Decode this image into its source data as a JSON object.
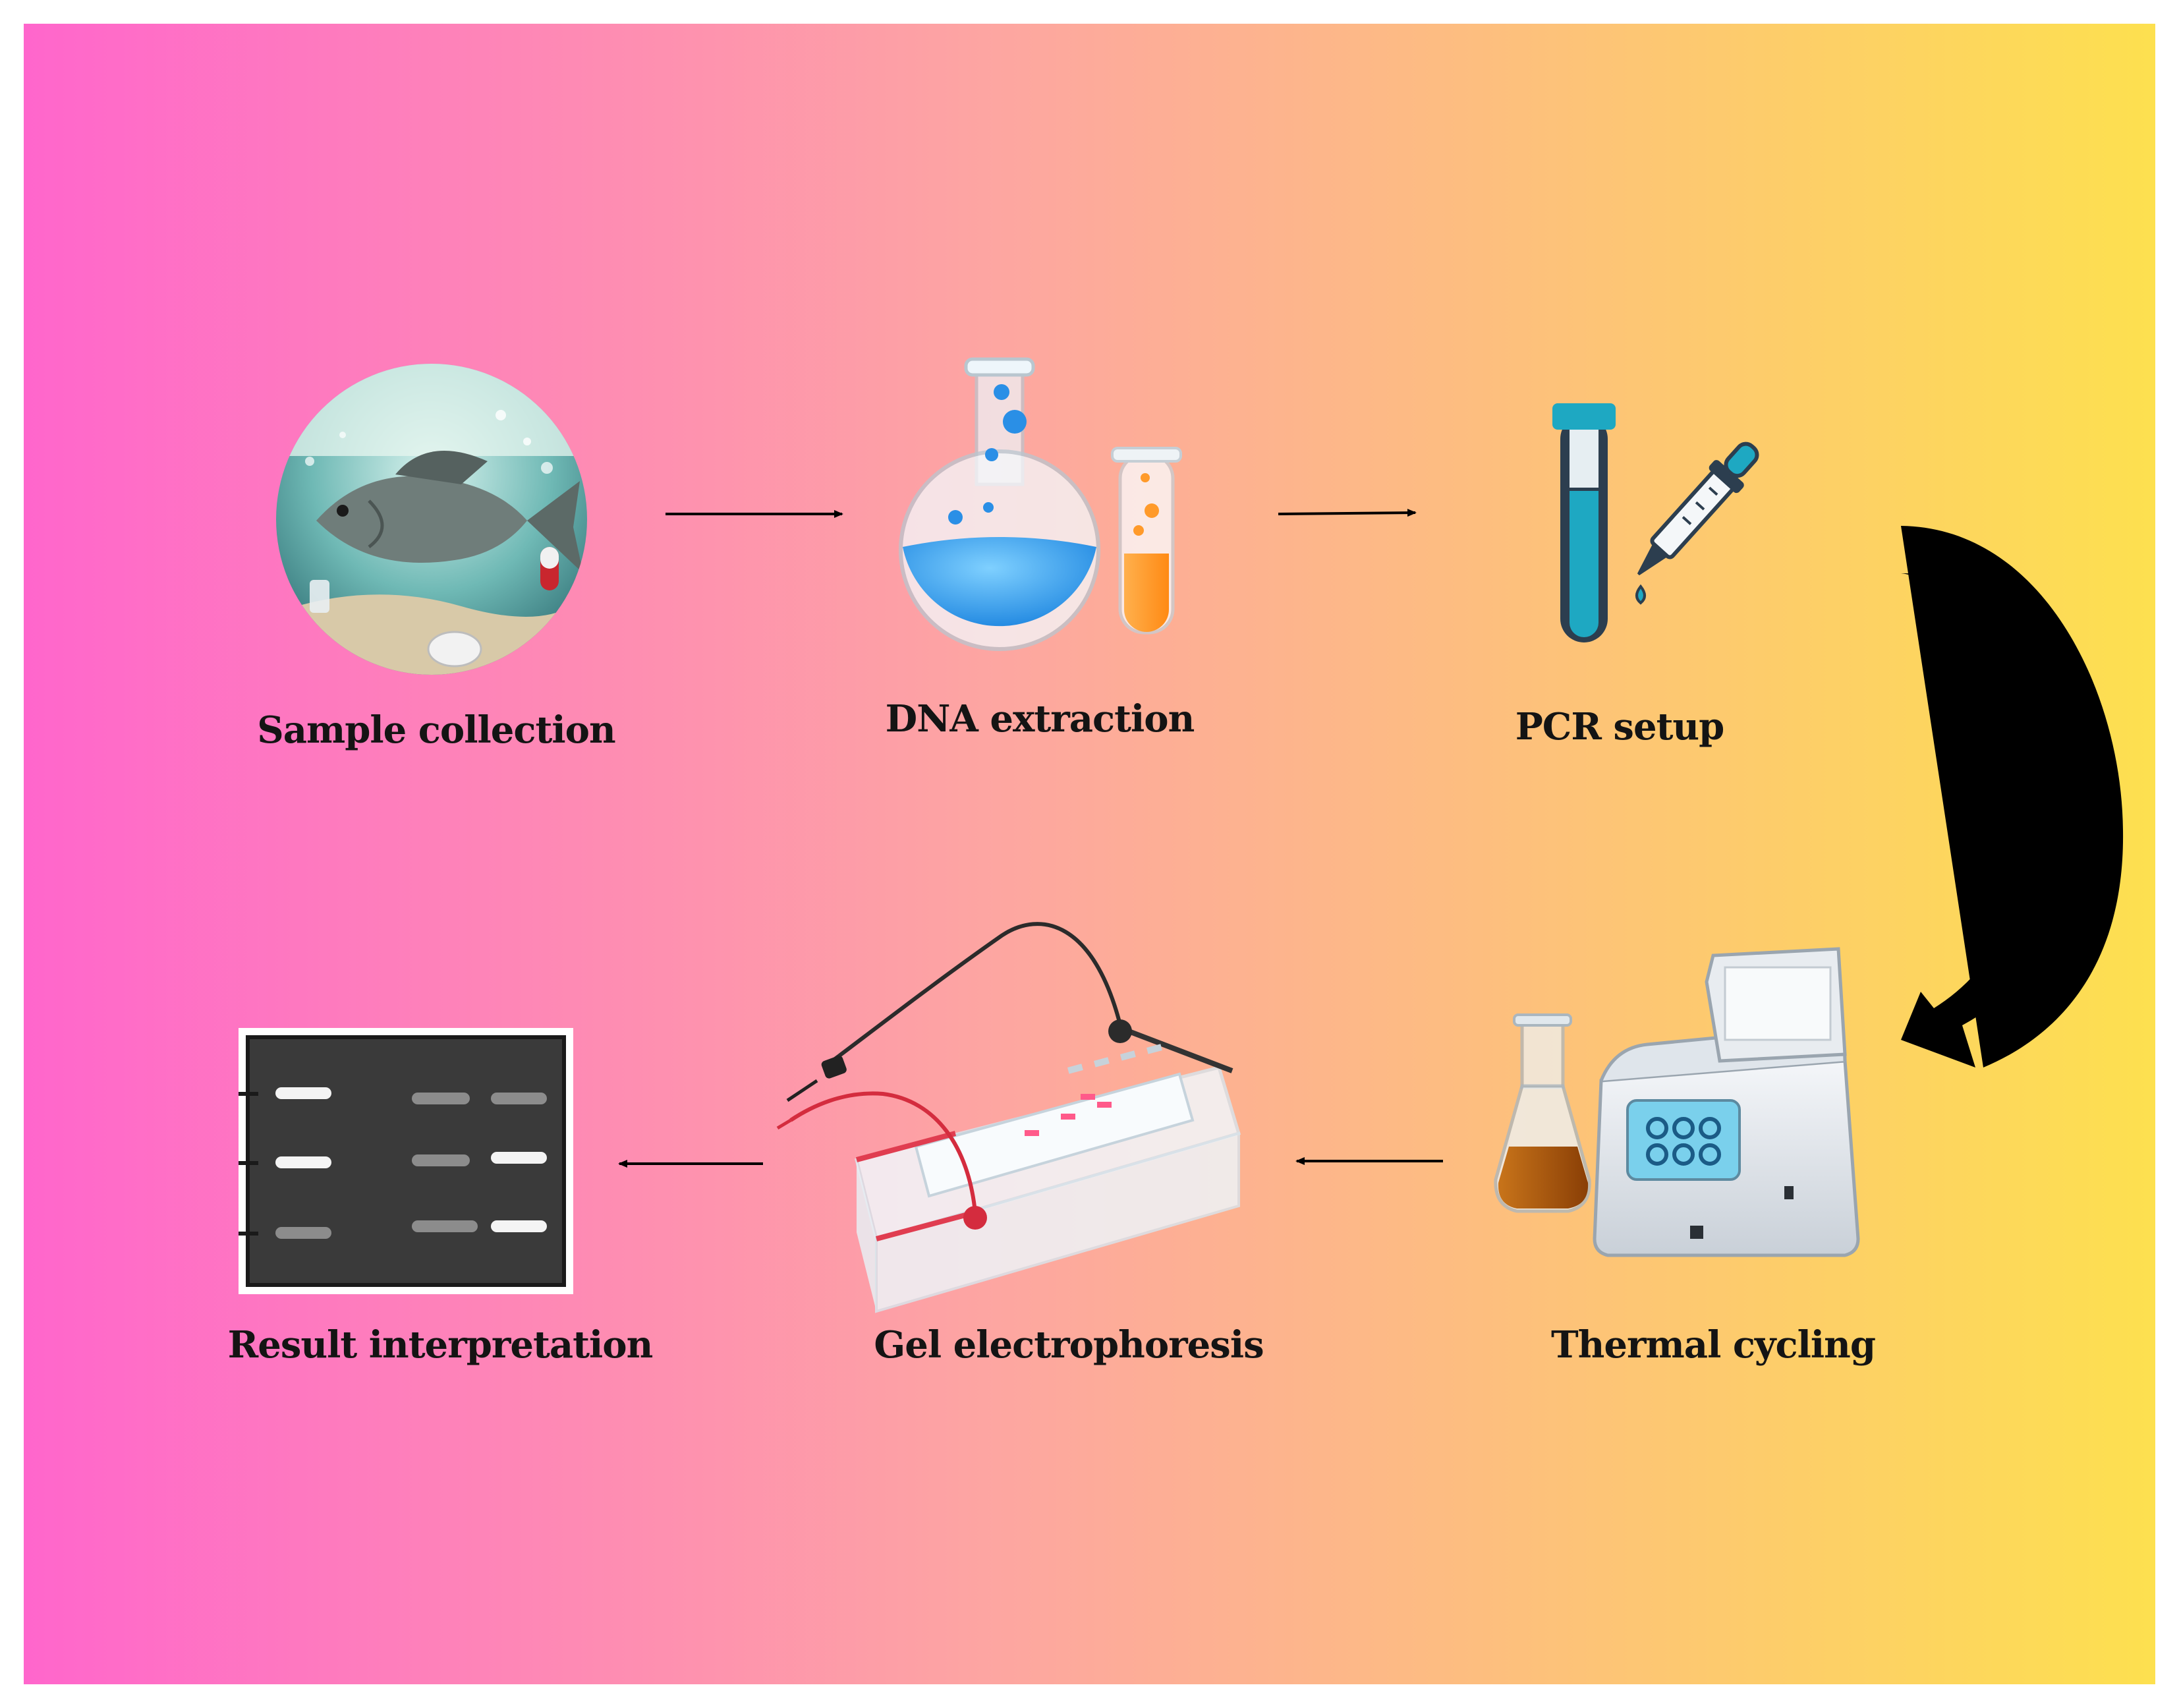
{
  "colors": {
    "gradient_left": "#ff66cc",
    "gradient_mid": "#fda5a2",
    "gradient_right": "#fde04f",
    "arrow": "#000000",
    "label_text": "#141414"
  },
  "steps": [
    {
      "id": "sample",
      "label": "Sample collection",
      "icon": "fish-water-sample-icon"
    },
    {
      "id": "dna",
      "label": "DNA extraction",
      "icon": "flask-test-tube-icon"
    },
    {
      "id": "pcr",
      "label": "PCR setup",
      "icon": "pcr-tube-pipette-icon"
    },
    {
      "id": "thermal",
      "label": "Thermal cycling",
      "icon": "thermal-cycler-icon"
    },
    {
      "id": "gel",
      "label": "Gel electrophoresis",
      "icon": "gel-electrophoresis-icon"
    },
    {
      "id": "result",
      "label": "Result interpretation",
      "icon": "gel-result-icon"
    }
  ]
}
